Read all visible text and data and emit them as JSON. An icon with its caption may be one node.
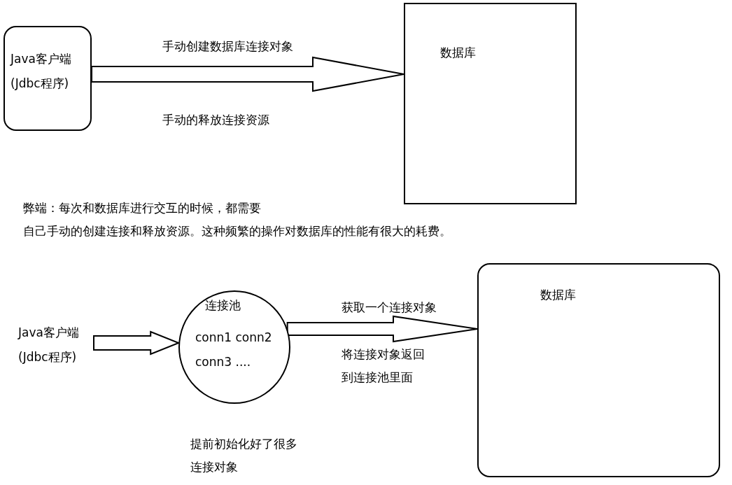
{
  "diagram": {
    "nodes": [
      {
        "text": [
          "Java客户端 (Jdbc程序)"
        ]
      },
      {
        "text": [
          "数据库"
        ]
      },
      {
        "text": [
          "Java客户端 (Jdbc程序)"
        ]
      },
      {
        "text": [
          "连接池",
          "conn1 conn2 conn3 ...."
        ],
        "beside": [
          "提前初始化好了很多连接对象"
        ]
      },
      {
        "text": [
          "数据库"
        ]
      }
    ],
    "edges": [
      {
        "from": 0,
        "to": 1,
        "arrow": "to",
        "label": "手动创建数据库连接对象"
      },
      {
        "from": 2,
        "to": 3,
        "arrow": "to"
      },
      {
        "from": 3,
        "to": 4,
        "arrow": "to",
        "label": "获取一个连接对象"
      }
    ],
    "labels": [
      "手动的释放连接资源",
      "弊端：每次和数据库进行交互的时候，都需要",
      "自己手动的创建连接和释放资源。这种频繁的操作对数据库的性能有很大的耗费。",
      "将连接对象返回到连接池里面"
    ]
  }
}
